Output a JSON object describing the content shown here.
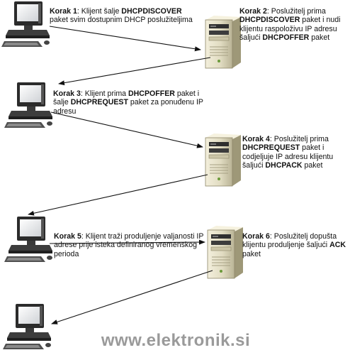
{
  "steps": [
    {
      "id": "step1",
      "label": "Korak 1",
      "parts": [
        {
          "t": "Korak 1",
          "b": true
        },
        {
          "t": ": Klijent šalje ",
          "b": false
        },
        {
          "t": "DHCPDISCOVER",
          "b": true
        },
        {
          "t": " paket svim dostupnim DHCP poslužiteljima",
          "b": false
        }
      ]
    },
    {
      "id": "step2",
      "label": "Korak 2",
      "parts": [
        {
          "t": "Korak 2",
          "b": true
        },
        {
          "t": ": Poslužitelj prima ",
          "b": false
        },
        {
          "t": "DHCPDISCOVER",
          "b": true
        },
        {
          "t": " paket i nudi klijentu raspoloživu IP adresu šaljući ",
          "b": false
        },
        {
          "t": "DHCPOFFER",
          "b": true
        },
        {
          "t": " paket",
          "b": false
        }
      ]
    },
    {
      "id": "step3",
      "label": "Korak 3",
      "parts": [
        {
          "t": "Korak 3",
          "b": true
        },
        {
          "t": ": Klijent prima ",
          "b": false
        },
        {
          "t": "DHCPOFFER",
          "b": true
        },
        {
          "t": " paket i šalje ",
          "b": false
        },
        {
          "t": "DHCPREQUEST",
          "b": true
        },
        {
          "t": " paket za ponuđenu IP adresu",
          "b": false
        }
      ]
    },
    {
      "id": "step4",
      "label": "Korak 4",
      "parts": [
        {
          "t": "Korak 4",
          "b": true
        },
        {
          "t": ": Poslužitelj prima ",
          "b": false
        },
        {
          "t": "DHCPREQUEST",
          "b": true
        },
        {
          "t": " paket i codjeljuje IP adresu klijentu šaljući ",
          "b": false
        },
        {
          "t": "DHCPACK",
          "b": true
        },
        {
          "t": " paket",
          "b": false
        }
      ]
    },
    {
      "id": "step5",
      "label": "Korak 5",
      "parts": [
        {
          "t": "Korak 5",
          "b": true
        },
        {
          "t": ": Klijent traži produljenje valjanosti IP adrese prije isteka definiranog vremenskog perioda",
          "b": false
        }
      ]
    },
    {
      "id": "step6",
      "label": "Korak 6",
      "parts": [
        {
          "t": "Korak 6",
          "b": true
        },
        {
          "t": ": Poslužitelj dopušta klijentu produljenje šaljući ",
          "b": false
        },
        {
          "t": "ACK",
          "b": true
        },
        {
          "t": " paket",
          "b": false
        }
      ]
    }
  ],
  "nodes": {
    "clients": [
      "client-computer-icon",
      "client-computer-icon",
      "client-computer-icon",
      "client-computer-icon"
    ],
    "servers": [
      "dhcp-server-icon",
      "dhcp-server-icon",
      "dhcp-server-icon"
    ]
  },
  "watermark": "www.elektronik.si"
}
